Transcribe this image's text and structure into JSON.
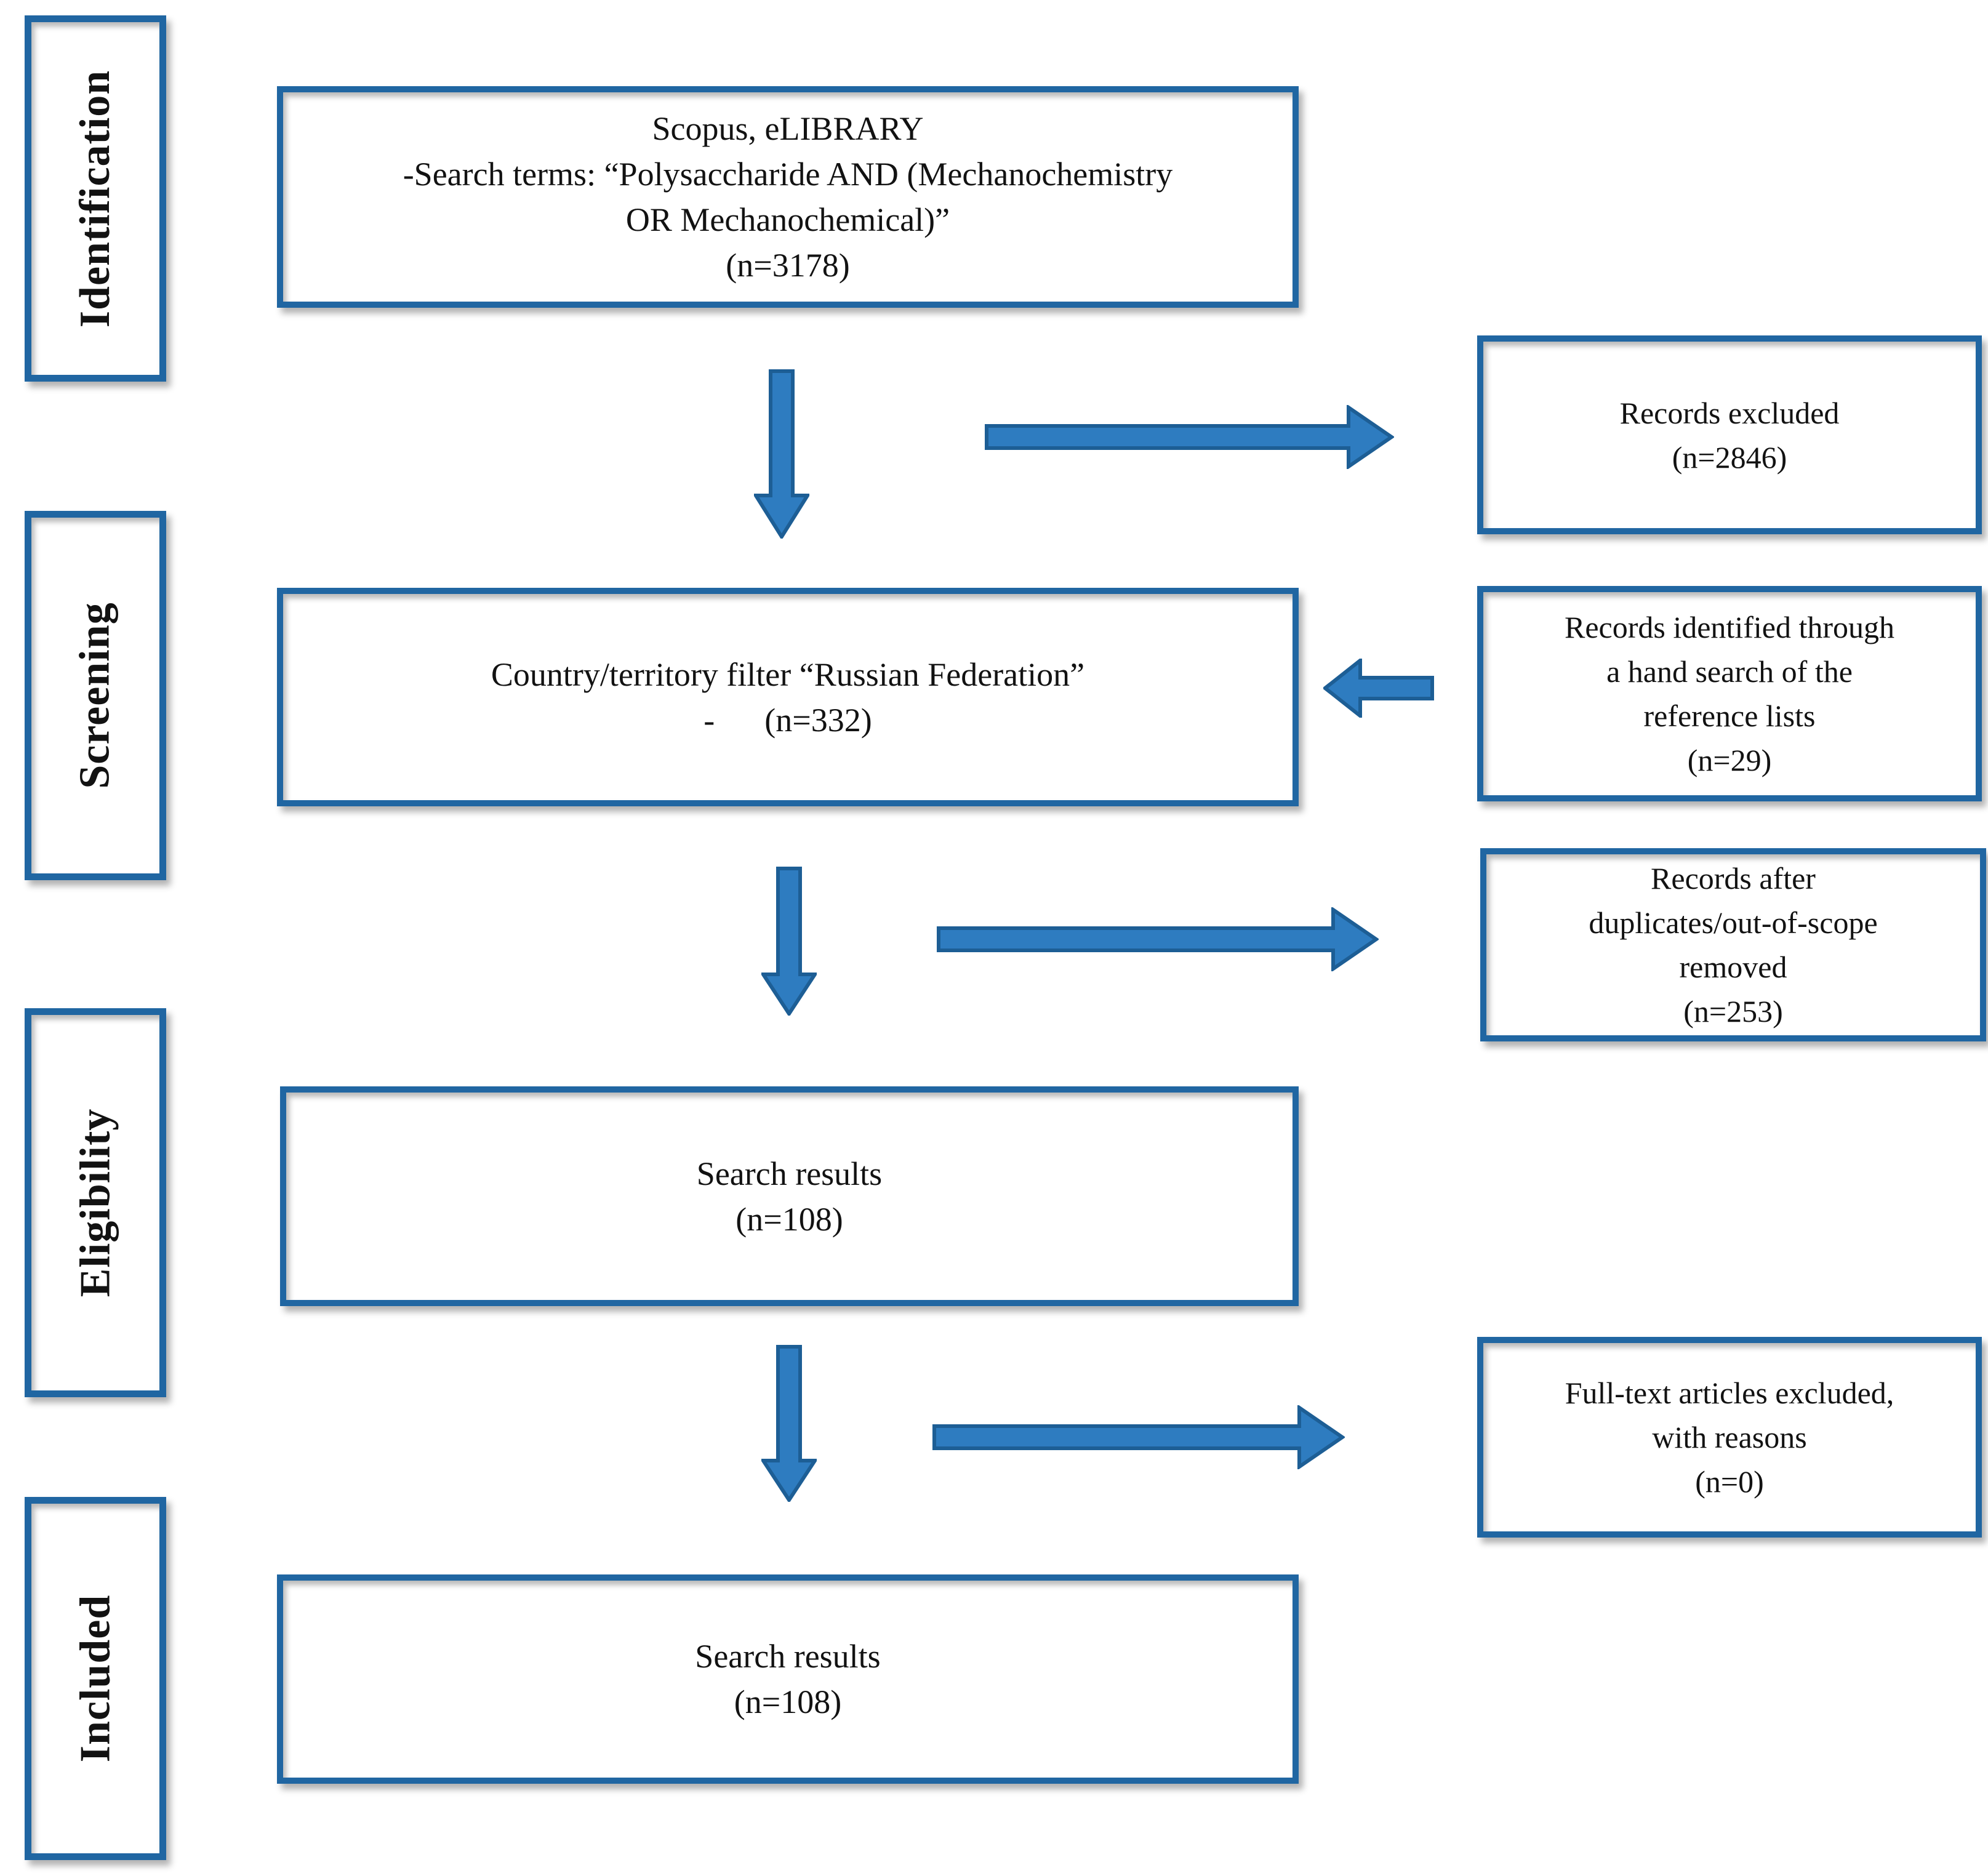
{
  "title": "Literature screening flow diagram",
  "colors": {
    "box_border": "#2066A2",
    "arrow_fill": "#2E7CC0",
    "arrow_stroke": "#1D5E95",
    "text_color": "#121212"
  },
  "stages": [
    {
      "label": "Identification"
    },
    {
      "label": "Screening"
    },
    {
      "label": "Eligibility"
    },
    {
      "label": "Included"
    }
  ],
  "main_boxes": [
    {
      "lines": [
        "Scopus, eLIBRARY",
        "-Search terms: “Polysaccharide AND (Mechanochemistry",
        "OR Mechanochemical)”",
        "(n=3178)"
      ]
    },
    {
      "lines": [
        "Country/territory filter “Russian Federation”",
        "-      (n=332)"
      ]
    },
    {
      "lines": [
        "Search results",
        "(n=108)"
      ]
    },
    {
      "lines": [
        "Search results",
        "(n=108)"
      ]
    }
  ],
  "side_boxes": [
    {
      "lines": [
        "Records excluded",
        "(n=2846)"
      ]
    },
    {
      "lines": [
        "Records identified through",
        "a hand search of the",
        "reference lists",
        "(n=29)"
      ]
    },
    {
      "lines": [
        "Records after",
        "duplicates/out-of-scope",
        "removed",
        "(n=253)"
      ]
    },
    {
      "lines": [
        "Full-text articles excluded,",
        "with reasons",
        "(n=0)"
      ]
    }
  ]
}
